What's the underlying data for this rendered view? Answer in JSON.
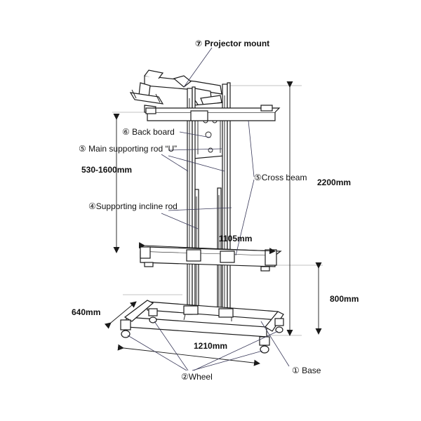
{
  "labels": {
    "projector_mount": "⑦ Projector mount",
    "back_board": "⑥ Back board",
    "main_rod": "⑤ Main supporting rod “U”",
    "cross_beam": "⑤Cross beam",
    "incline_rod": "④Supporting incline rod",
    "base": "① Base",
    "wheel": "②Wheel"
  },
  "dimensions": {
    "height_range": "530-1600mm",
    "total_height": "2200mm",
    "beam_width": "1105mm",
    "base_height": "800mm",
    "base_depth": "640mm",
    "base_width": "1210mm"
  }
}
